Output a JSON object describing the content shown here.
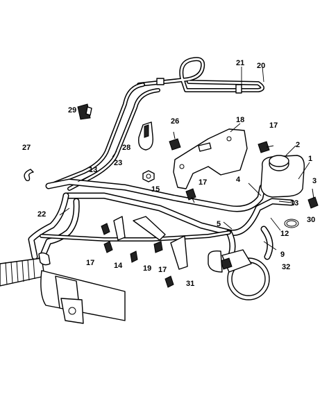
{
  "callouts": {
    "c1": "1",
    "c2": "2",
    "c3": "3",
    "c4": "4",
    "c5": "5",
    "c9": "9",
    "c12": "12",
    "c13a": "13",
    "c13b": "13",
    "c14": "14",
    "c15": "15",
    "c17a": "17",
    "c17b": "17",
    "c17c": "17",
    "c17d": "17",
    "c18": "18",
    "c19": "19",
    "c20": "20",
    "c21": "21",
    "c22": "22",
    "c23": "23",
    "c26": "26",
    "c27": "27",
    "c28": "28",
    "c29": "29",
    "c30": "30",
    "c31": "31",
    "c32": "32"
  }
}
